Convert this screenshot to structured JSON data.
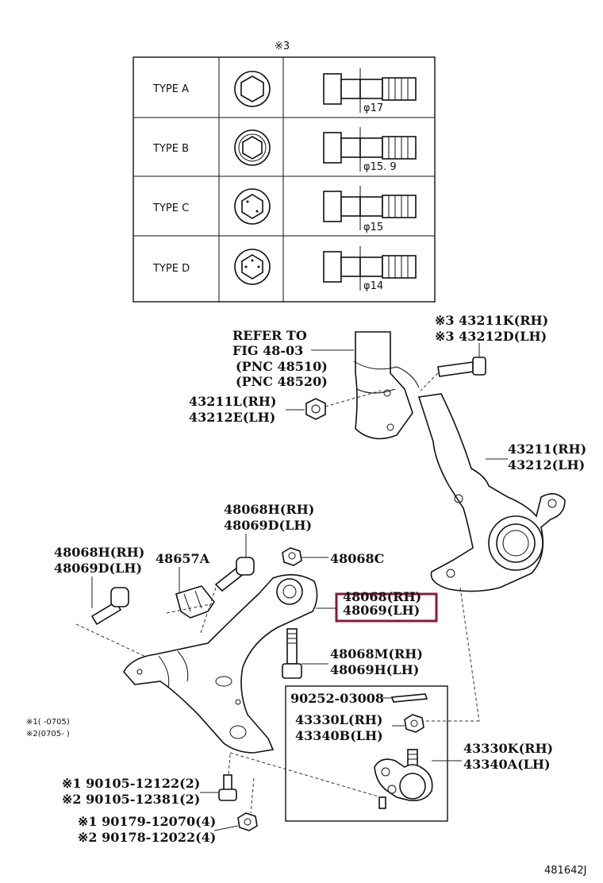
{
  "table": {
    "note_mark": "※3",
    "rows": [
      {
        "type": "TYPE A",
        "dia": "φ17"
      },
      {
        "type": "TYPE B",
        "dia": "φ15. 9"
      },
      {
        "type": "TYPE C",
        "dia": "φ15"
      },
      {
        "type": "TYPE D",
        "dia": "φ14"
      }
    ]
  },
  "refer": {
    "line1": "REFER TO",
    "line2": "FIG 48-03",
    "line3": "(PNC 48510)",
    "line4": "(PNC 48520)"
  },
  "callouts": {
    "bolt_top_rh": "※3 43211K(RH)",
    "bolt_top_lh": "※3 43212D(LH)",
    "nut_strut_rh": "43211L(RH)",
    "nut_strut_lh": "43212E(LH)",
    "knuckle_rh": "43211(RH)",
    "knuckle_lh": "43212(LH)",
    "bolt_mid_rh": "48068H(RH)",
    "bolt_mid_lh": "48069D(LH)",
    "nut_48068c": "48068C",
    "bolt_left_rh": "48068H(RH)",
    "bolt_left_lh": "48069D(LH)",
    "bracket": "48657A",
    "arm_rh": "48068(RH)",
    "arm_lh": "48069(LH)",
    "bolt_vert_rh": "48068M(RH)",
    "bolt_vert_lh": "48069H(LH)",
    "cotter": "90252-03008",
    "nut_ball_rh": "43330L(RH)",
    "nut_ball_lh": "43340B(LH)",
    "ball_rh": "43330K(RH)",
    "ball_lh": "43340A(LH)",
    "note1": "※1(    -0705)",
    "note2": "※2(0705-    )",
    "bolt_a1": "※1 90105-12122(2)",
    "bolt_a2": "※2 90105-12381(2)",
    "nut_b1": "※1 90179-12070(4)",
    "nut_b2": "※2 90178-12022(4)"
  },
  "figure_id": "481642J",
  "colors": {
    "highlight": "#8b1a3a",
    "ink": "#111111"
  }
}
